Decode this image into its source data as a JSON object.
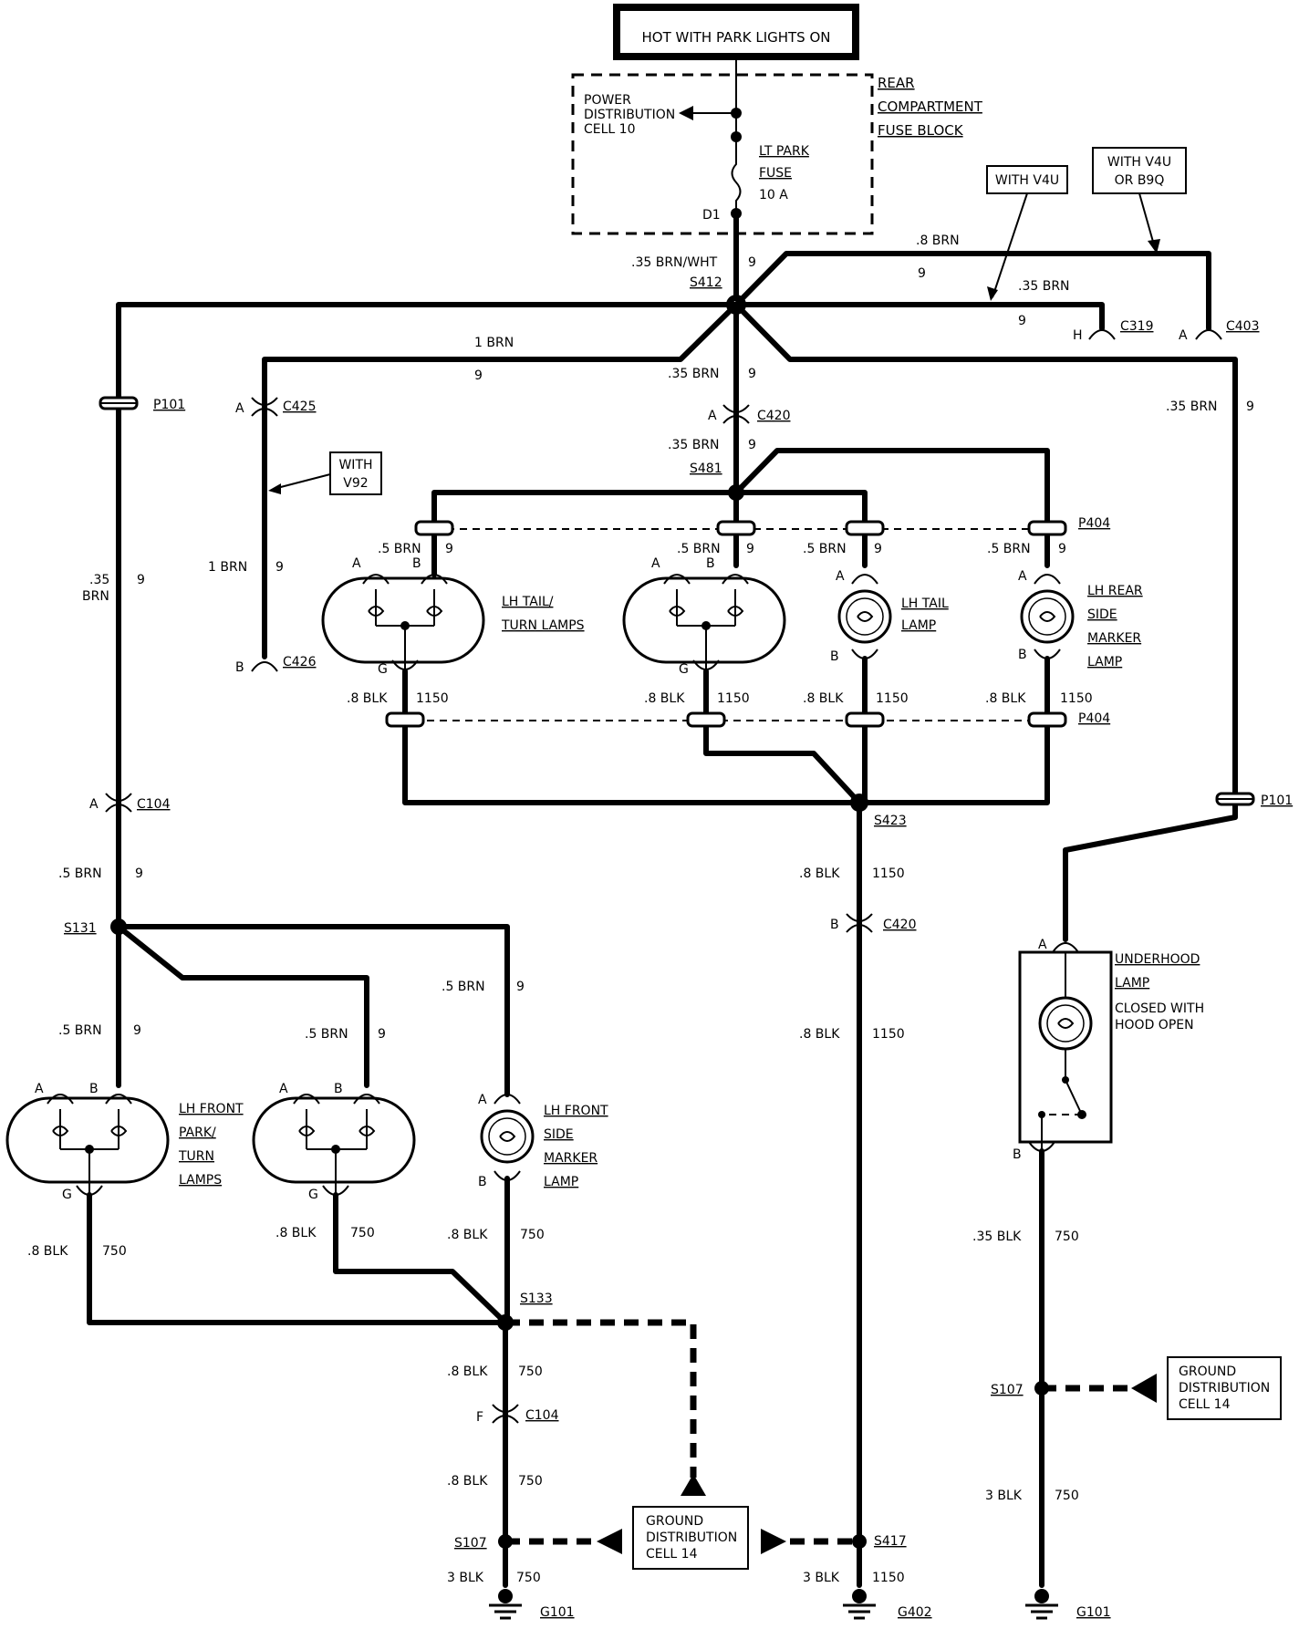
{
  "power": {
    "title": "HOT WITH PARK LIGHTS ON",
    "pdc": [
      "POWER",
      "DISTRIBUTION",
      "CELL 10"
    ],
    "fuse_block": [
      "REAR",
      "COMPARTMENT",
      "FUSE BLOCK"
    ],
    "fuse": [
      "LT PARK",
      "FUSE",
      "10 A"
    ],
    "terminal": "D1"
  },
  "notes": {
    "with_v4u": "WITH V4U",
    "with_v4u_b9q": [
      "WITH V4U",
      "OR B9Q"
    ],
    "with_v92": [
      "WITH",
      "V92"
    ]
  },
  "wire_labels": {
    "brn_wht_035": ".35 BRN/WHT",
    "nine": "9",
    "brn_08": ".8 BRN",
    "brn_035": ".35 BRN",
    "brn_1": "1 BRN",
    "brn_035_stack": [
      ".35",
      "BRN"
    ],
    "brn_05": ".5 BRN",
    "blk_08": ".8 BLK",
    "blk_035": ".35 BLK",
    "blk_3": "3 BLK",
    "c1150": "1150",
    "c750": "750"
  },
  "splices": {
    "s412": "S412",
    "s481": "S481",
    "s423": "S423",
    "s131": "S131",
    "s133": "S133",
    "s107": "S107",
    "s417": "S417"
  },
  "connectors": {
    "c319": "C319",
    "c403": "C403",
    "c425": "C425",
    "c426": "C426",
    "c420": "C420",
    "c104": "C104",
    "p101": "P101",
    "p404": "P404",
    "pin_a": "A",
    "pin_b": "B",
    "pin_g": "G",
    "pin_h": "H",
    "pin_f": "F"
  },
  "lamps": {
    "lh_tail_turn": [
      "LH TAIL/",
      "TURN LAMPS"
    ],
    "lh_tail": [
      "LH TAIL",
      "LAMP"
    ],
    "lh_rear_side": [
      "LH REAR",
      "SIDE",
      "MARKER",
      "LAMP"
    ],
    "lh_front_park": [
      "LH FRONT",
      "PARK/",
      "TURN",
      "LAMPS"
    ],
    "lh_front_side": [
      "LH FRONT",
      "SIDE",
      "MARKER",
      "LAMP"
    ],
    "underhood": [
      "UNDERHOOD",
      "LAMP"
    ],
    "underhood_note": [
      "CLOSED WITH",
      "HOOD OPEN"
    ]
  },
  "grounds": {
    "gdc": [
      "GROUND",
      "DISTRIBUTION",
      "CELL 14"
    ],
    "g101": "G101",
    "g402": "G402"
  }
}
